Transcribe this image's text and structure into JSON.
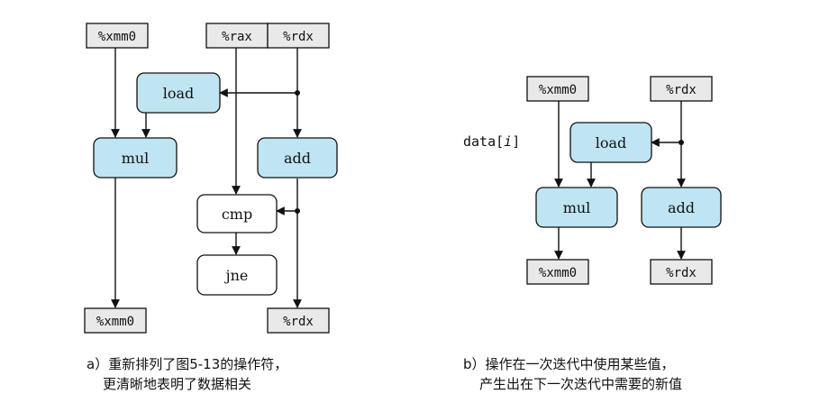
{
  "diagram_a": {
    "registers_top": {
      "xmm0": "%xmm0",
      "rax": "%rax",
      "rdx": "%rdx"
    },
    "ops": {
      "load": "load",
      "mul": "mul",
      "add": "add",
      "cmp": "cmp",
      "jne": "jne"
    },
    "registers_bottom": {
      "xmm0": "%xmm0",
      "rdx": "%rdx"
    },
    "caption_label": "a）",
    "caption_line1": "重新排列了图5-13的操作符，",
    "caption_line2": "更清晰地表明了数据相关"
  },
  "diagram_b": {
    "registers_top": {
      "xmm0": "%xmm0",
      "rdx": "%rdx"
    },
    "data_label": "data[",
    "data_index": "i",
    "data_close": "]",
    "ops": {
      "load": "load",
      "mul": "mul",
      "add": "add"
    },
    "registers_bottom": {
      "xmm0": "%xmm0",
      "rdx": "%rdx"
    },
    "caption_label": "b）",
    "caption_line1": "操作在一次迭代中使用某些值，",
    "caption_line2": "产生出在下一次迭代中需要的新值"
  },
  "colors": {
    "op_fill": "#bfe4f2",
    "reg_fill": "#e9e9e9",
    "stroke": "#111111",
    "white_fill": "#ffffff"
  }
}
